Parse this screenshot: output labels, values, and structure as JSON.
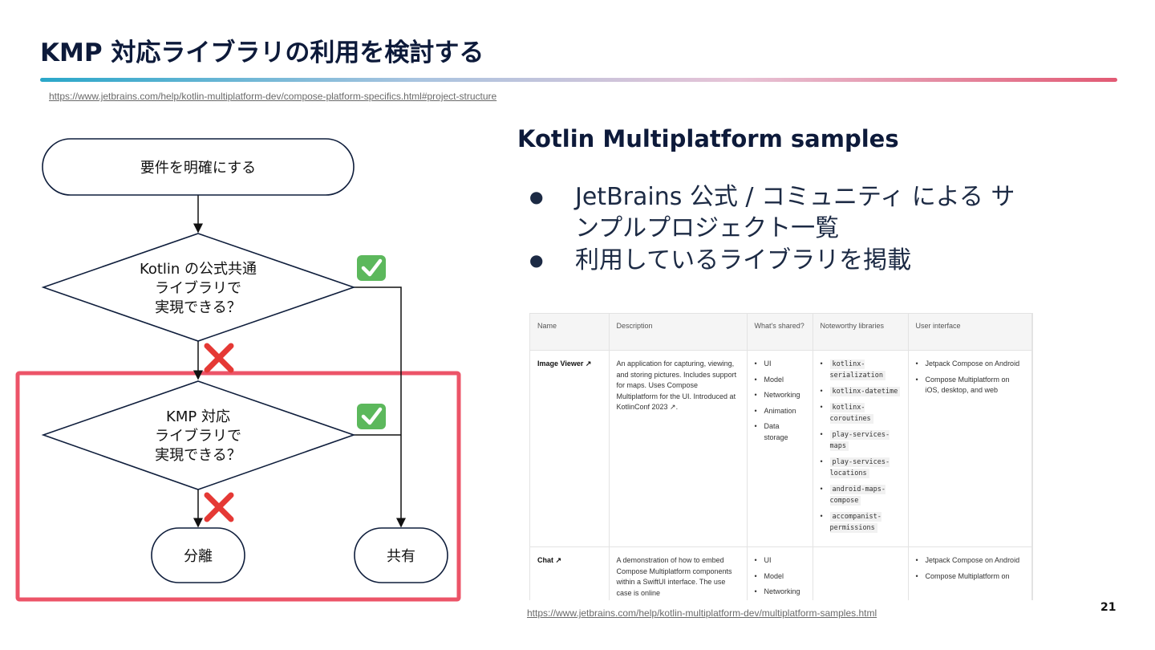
{
  "slide": {
    "title": "KMP 対応ライブラリの利用を検討する",
    "page_number": "21"
  },
  "links": {
    "top": "https://www.jetbrains.com/help/kotlin-multiplatform-dev/compose-platform-specifics.html#project-structure",
    "bottom": "https://www.jetbrains.com/help/kotlin-multiplatform-dev/multiplatform-samples.html"
  },
  "flowchart": {
    "start": "要件を明確にする",
    "decision1": [
      "Kotlin の公式共通",
      "ライブラリで",
      "実現できる？"
    ],
    "decision2": [
      "KMP 対応",
      "ライブラリで",
      "実現できる？"
    ],
    "end_separate": "分離",
    "end_share": "共有",
    "yes_icon": "check-mark-icon",
    "no_icon": "cross-mark-icon",
    "highlight_color": "#ec5468"
  },
  "samples": {
    "title": "Kotlin Multiplatform samples",
    "bullets": [
      "JetBrains 公式 / コミュニティ による サンプルプロジェクト一覧",
      "利用しているライブラリを掲載"
    ]
  },
  "table": {
    "headers": [
      "Name",
      "Description",
      "What's shared?",
      "Noteworthy libraries",
      "User interface"
    ],
    "rows": [
      {
        "name": "Image Viewer ↗",
        "description": "An application for capturing, viewing, and storing pictures. Includes support for maps. Uses Compose Multiplatform for the UI. Introduced at KotlinConf 2023 ↗.",
        "shared": [
          "UI",
          "Model",
          "Networking",
          "Animation",
          "Data storage"
        ],
        "libraries": [
          "kotlinx-serialization",
          "kotlinx-datetime",
          "kotlinx-coroutines",
          "play-services-maps",
          "play-services-locations",
          "android-maps-compose",
          "accompanist-permissions"
        ],
        "ui": [
          "Jetpack Compose on Android",
          "Compose Multiplatform on iOS, desktop, and web"
        ]
      },
      {
        "name": "Chat ↗",
        "description": "A demonstration of how to embed Compose Multiplatform components within a SwiftUI interface. The use case is online",
        "shared": [
          "UI",
          "Model",
          "Networking"
        ],
        "libraries": [],
        "ui": [
          "Jetpack Compose on Android",
          "Compose Multiplatform on"
        ]
      }
    ]
  }
}
